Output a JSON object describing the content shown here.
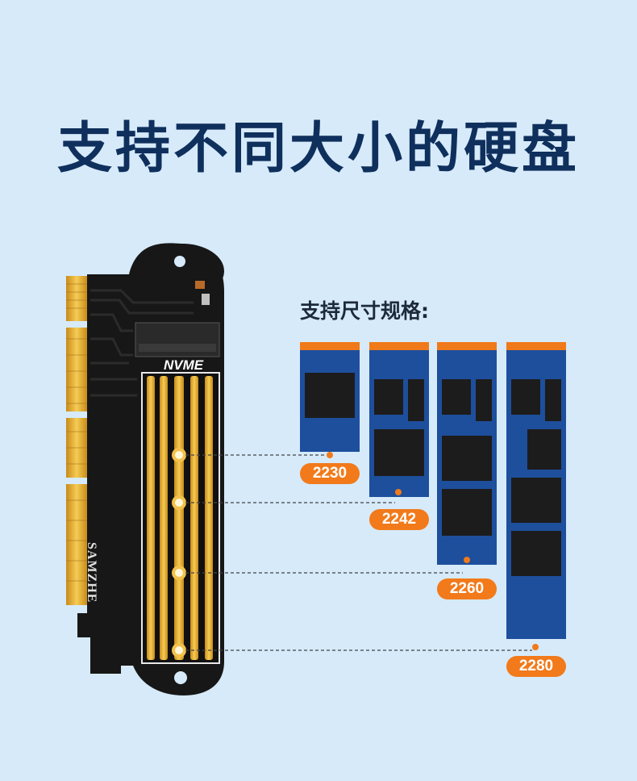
{
  "title": "支持不同大小的硬盘",
  "spec_heading": "支持尺寸规格:",
  "card": {
    "interface_label": "NVME",
    "brand": "SAMZHE"
  },
  "ssd_sizes": [
    {
      "label": "2230"
    },
    {
      "label": "2242"
    },
    {
      "label": "2260"
    },
    {
      "label": "2280"
    }
  ],
  "colors": {
    "background": "#d6eafa",
    "title": "#0f2f5c",
    "ssd_body": "#1e4f9c",
    "ssd_connector": "#f07a1a",
    "chip": "#1c1c1c",
    "badge": "#f27a1a",
    "gold": "#e8b433",
    "pcb": "#1a1a1a"
  }
}
